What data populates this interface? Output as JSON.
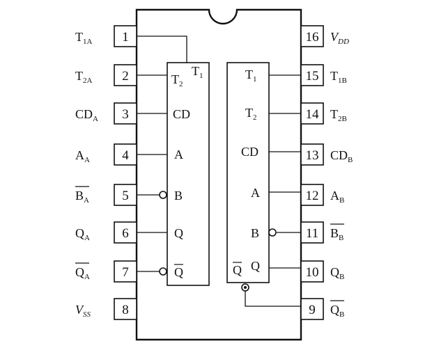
{
  "chip": {
    "left_pins": [
      {
        "num": "1",
        "main": "T",
        "sub": "1A",
        "italic": false,
        "over": false
      },
      {
        "num": "2",
        "main": "T",
        "sub": "2A",
        "italic": false,
        "over": false
      },
      {
        "num": "3",
        "main": "CD",
        "sub": "A",
        "italic": false,
        "over": false
      },
      {
        "num": "4",
        "main": "A",
        "sub": "A",
        "italic": false,
        "over": false
      },
      {
        "num": "5",
        "main": "B",
        "sub": "A",
        "italic": false,
        "over": true
      },
      {
        "num": "6",
        "main": "Q",
        "sub": "A",
        "italic": false,
        "over": false
      },
      {
        "num": "7",
        "main": "Q",
        "sub": "A",
        "italic": false,
        "over": true
      },
      {
        "num": "8",
        "main": "V",
        "sub": "SS",
        "italic": true,
        "over": false
      }
    ],
    "right_pins": [
      {
        "num": "16",
        "main": "V",
        "sub": "DD",
        "italic": true,
        "over": false
      },
      {
        "num": "15",
        "main": "T",
        "sub": "1B",
        "italic": false,
        "over": false
      },
      {
        "num": "14",
        "main": "T",
        "sub": "2B",
        "italic": false,
        "over": false
      },
      {
        "num": "13",
        "main": "CD",
        "sub": "B",
        "italic": false,
        "over": false
      },
      {
        "num": "12",
        "main": "A",
        "sub": "B",
        "italic": false,
        "over": false
      },
      {
        "num": "11",
        "main": "B",
        "sub": "B",
        "italic": false,
        "over": true
      },
      {
        "num": "10",
        "main": "Q",
        "sub": "B",
        "italic": false,
        "over": false
      },
      {
        "num": "9",
        "main": "Q",
        "sub": "B",
        "italic": false,
        "over": true
      }
    ],
    "block_a": {
      "t2": "T",
      "t2_sub": "2",
      "t1": "T",
      "t1_sub": "1",
      "cd": "CD",
      "a": "A",
      "b": "B",
      "q": "Q",
      "qbar": "Q"
    },
    "block_b": {
      "t1": "T",
      "t1_sub": "1",
      "t2": "T",
      "t2_sub": "2",
      "cd": "CD",
      "a": "A",
      "b": "B",
      "q": "Q",
      "qbar": "Q"
    }
  }
}
